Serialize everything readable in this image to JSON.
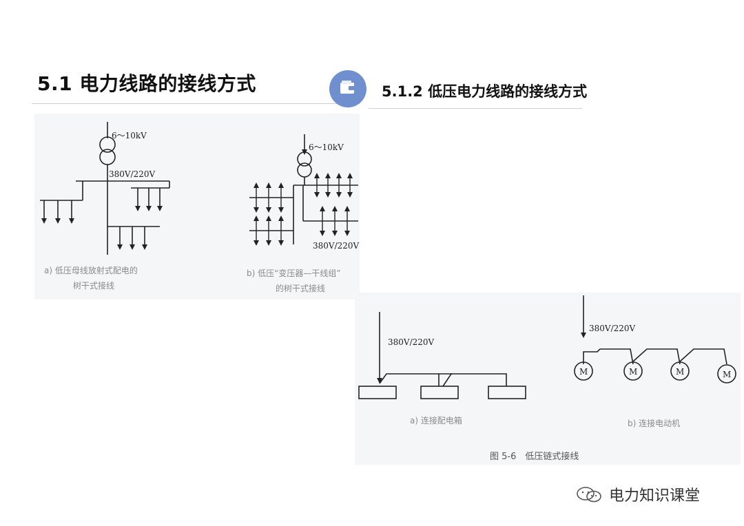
{
  "header": {
    "main_title": "5.1 电力线路的接线方式",
    "sub_title": "5.1.2 低压电力线路的接线方式"
  },
  "figure_top": {
    "a": {
      "voltage_hv": "6～10kV",
      "voltage_lv": "380V/220V",
      "caption_line1": "a) 低压母线放射式配电的",
      "caption_line2": "树干式接线"
    },
    "b": {
      "voltage_hv": "6～10kV",
      "voltage_lv": "380V/220V",
      "caption_line1": "b) 低压“变压器—干线组”",
      "caption_line2": "的树干式接线"
    }
  },
  "figure_bottom": {
    "a": {
      "voltage": "380V/220V",
      "caption": "a) 连接配电箱"
    },
    "b": {
      "voltage": "380V/220V",
      "motor_label": "M",
      "caption": "b) 连接电动机"
    },
    "figure_caption": "图 5-6　低压链式接线"
  },
  "watermark": {
    "text": "电力知识课堂",
    "icon": "wechat-icon"
  }
}
